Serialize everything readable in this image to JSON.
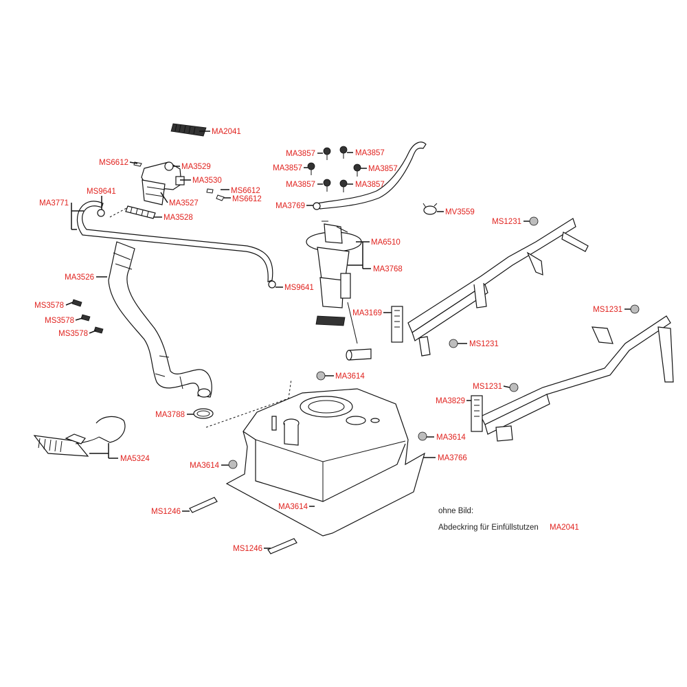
{
  "labels": {
    "ma2041": "MA2041",
    "ms6612_a": "MS6612",
    "ma3529": "MA3529",
    "ma3530": "MA3530",
    "ms6612_b": "MS6612",
    "ms6612_c": "MS6612",
    "ms9641_a": "MS9641",
    "ma3771": "MA3771",
    "ma3527": "MA3527",
    "ma3528": "MA3528",
    "ma3857_l1": "MA3857",
    "ma3857_r1": "MA3857",
    "ma3857_l2": "MA3857",
    "ma3857_r2": "MA3857",
    "ma3857_l3": "MA3857",
    "ma3857_r3": "MA3857",
    "ma3769": "MA3769",
    "mv3559": "MV3559",
    "ms1231_a": "MS1231",
    "ma6510": "MA6510",
    "ma3768": "MA3768",
    "ma3526": "MA3526",
    "ms9641_b": "MS9641",
    "ms3578_a": "MS3578",
    "ms3578_b": "MS3578",
    "ms3578_c": "MS3578",
    "ma3169": "MA3169",
    "ms1231_b": "MS1231",
    "ms1231_c": "MS1231",
    "ma3614_a": "MA3614",
    "ms1231_d": "MS1231",
    "ma3829": "MA3829",
    "ma3788": "MA3788",
    "ma3614_b": "MA3614",
    "ma5324": "MA5324",
    "ma3766": "MA3766",
    "ma3614_c": "MA3614",
    "ms1246_a": "MS1246",
    "ma3614_d": "MA3614",
    "ms1246_b": "MS1246"
  },
  "notes": {
    "title": "ohne Bild:",
    "item_text": "Abdeckring für Einfüllstutzen",
    "item_code": "MA2041"
  },
  "colors": {
    "label": "#e0221e",
    "line": "#111111"
  }
}
